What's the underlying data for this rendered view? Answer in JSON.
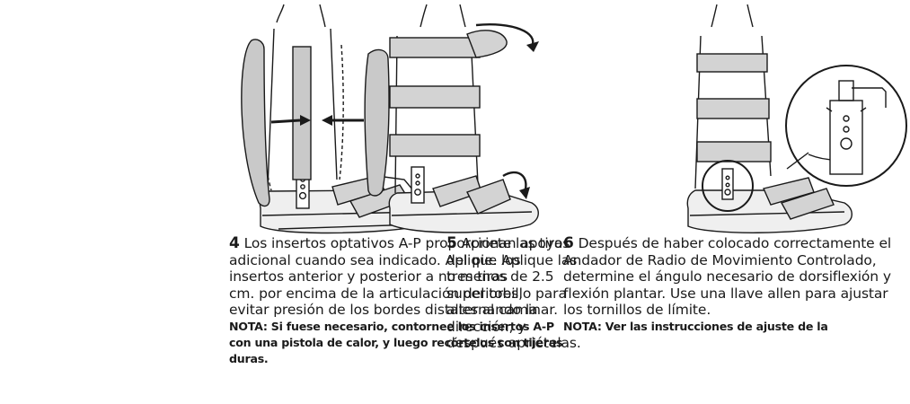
{
  "steps": [
    {
      "number": "4",
      "body": "Los insertos optativos A-P proporcionan apoyo adicional cuando sea indicado. Aplique los insertos anterior y posterior a no menos de 2.5 cm. por encima de la articulación del tobillo para evitar presión de los bordes distales al caminar.",
      "note": "NOTA: Si fuese necesario, contornee los insertos A-P con una pistola de calor, y luego recórtelos con tijeras duras."
    },
    {
      "number": "5",
      "body": "Apriete las tiras del pie. Aplique las tres tiras superiores, alternando la dirección, y después apriételas."
    },
    {
      "number": "6",
      "body": "Después de haber colocado correctamente el Andador de Radio de Movimiento Controlado, determine el ángulo necesario de dorsiflexión y flexión plantar. Use una llave allen para ajustar los tornillos de límite.",
      "note": "NOTA: Ver las instrucciones de ajuste de la"
    }
  ],
  "colors": {
    "ink": "#1a1a1a",
    "strap_fill": "#d3d3d3",
    "insert_fill": "#c9c9c9",
    "sole_fill": "#efefef"
  }
}
